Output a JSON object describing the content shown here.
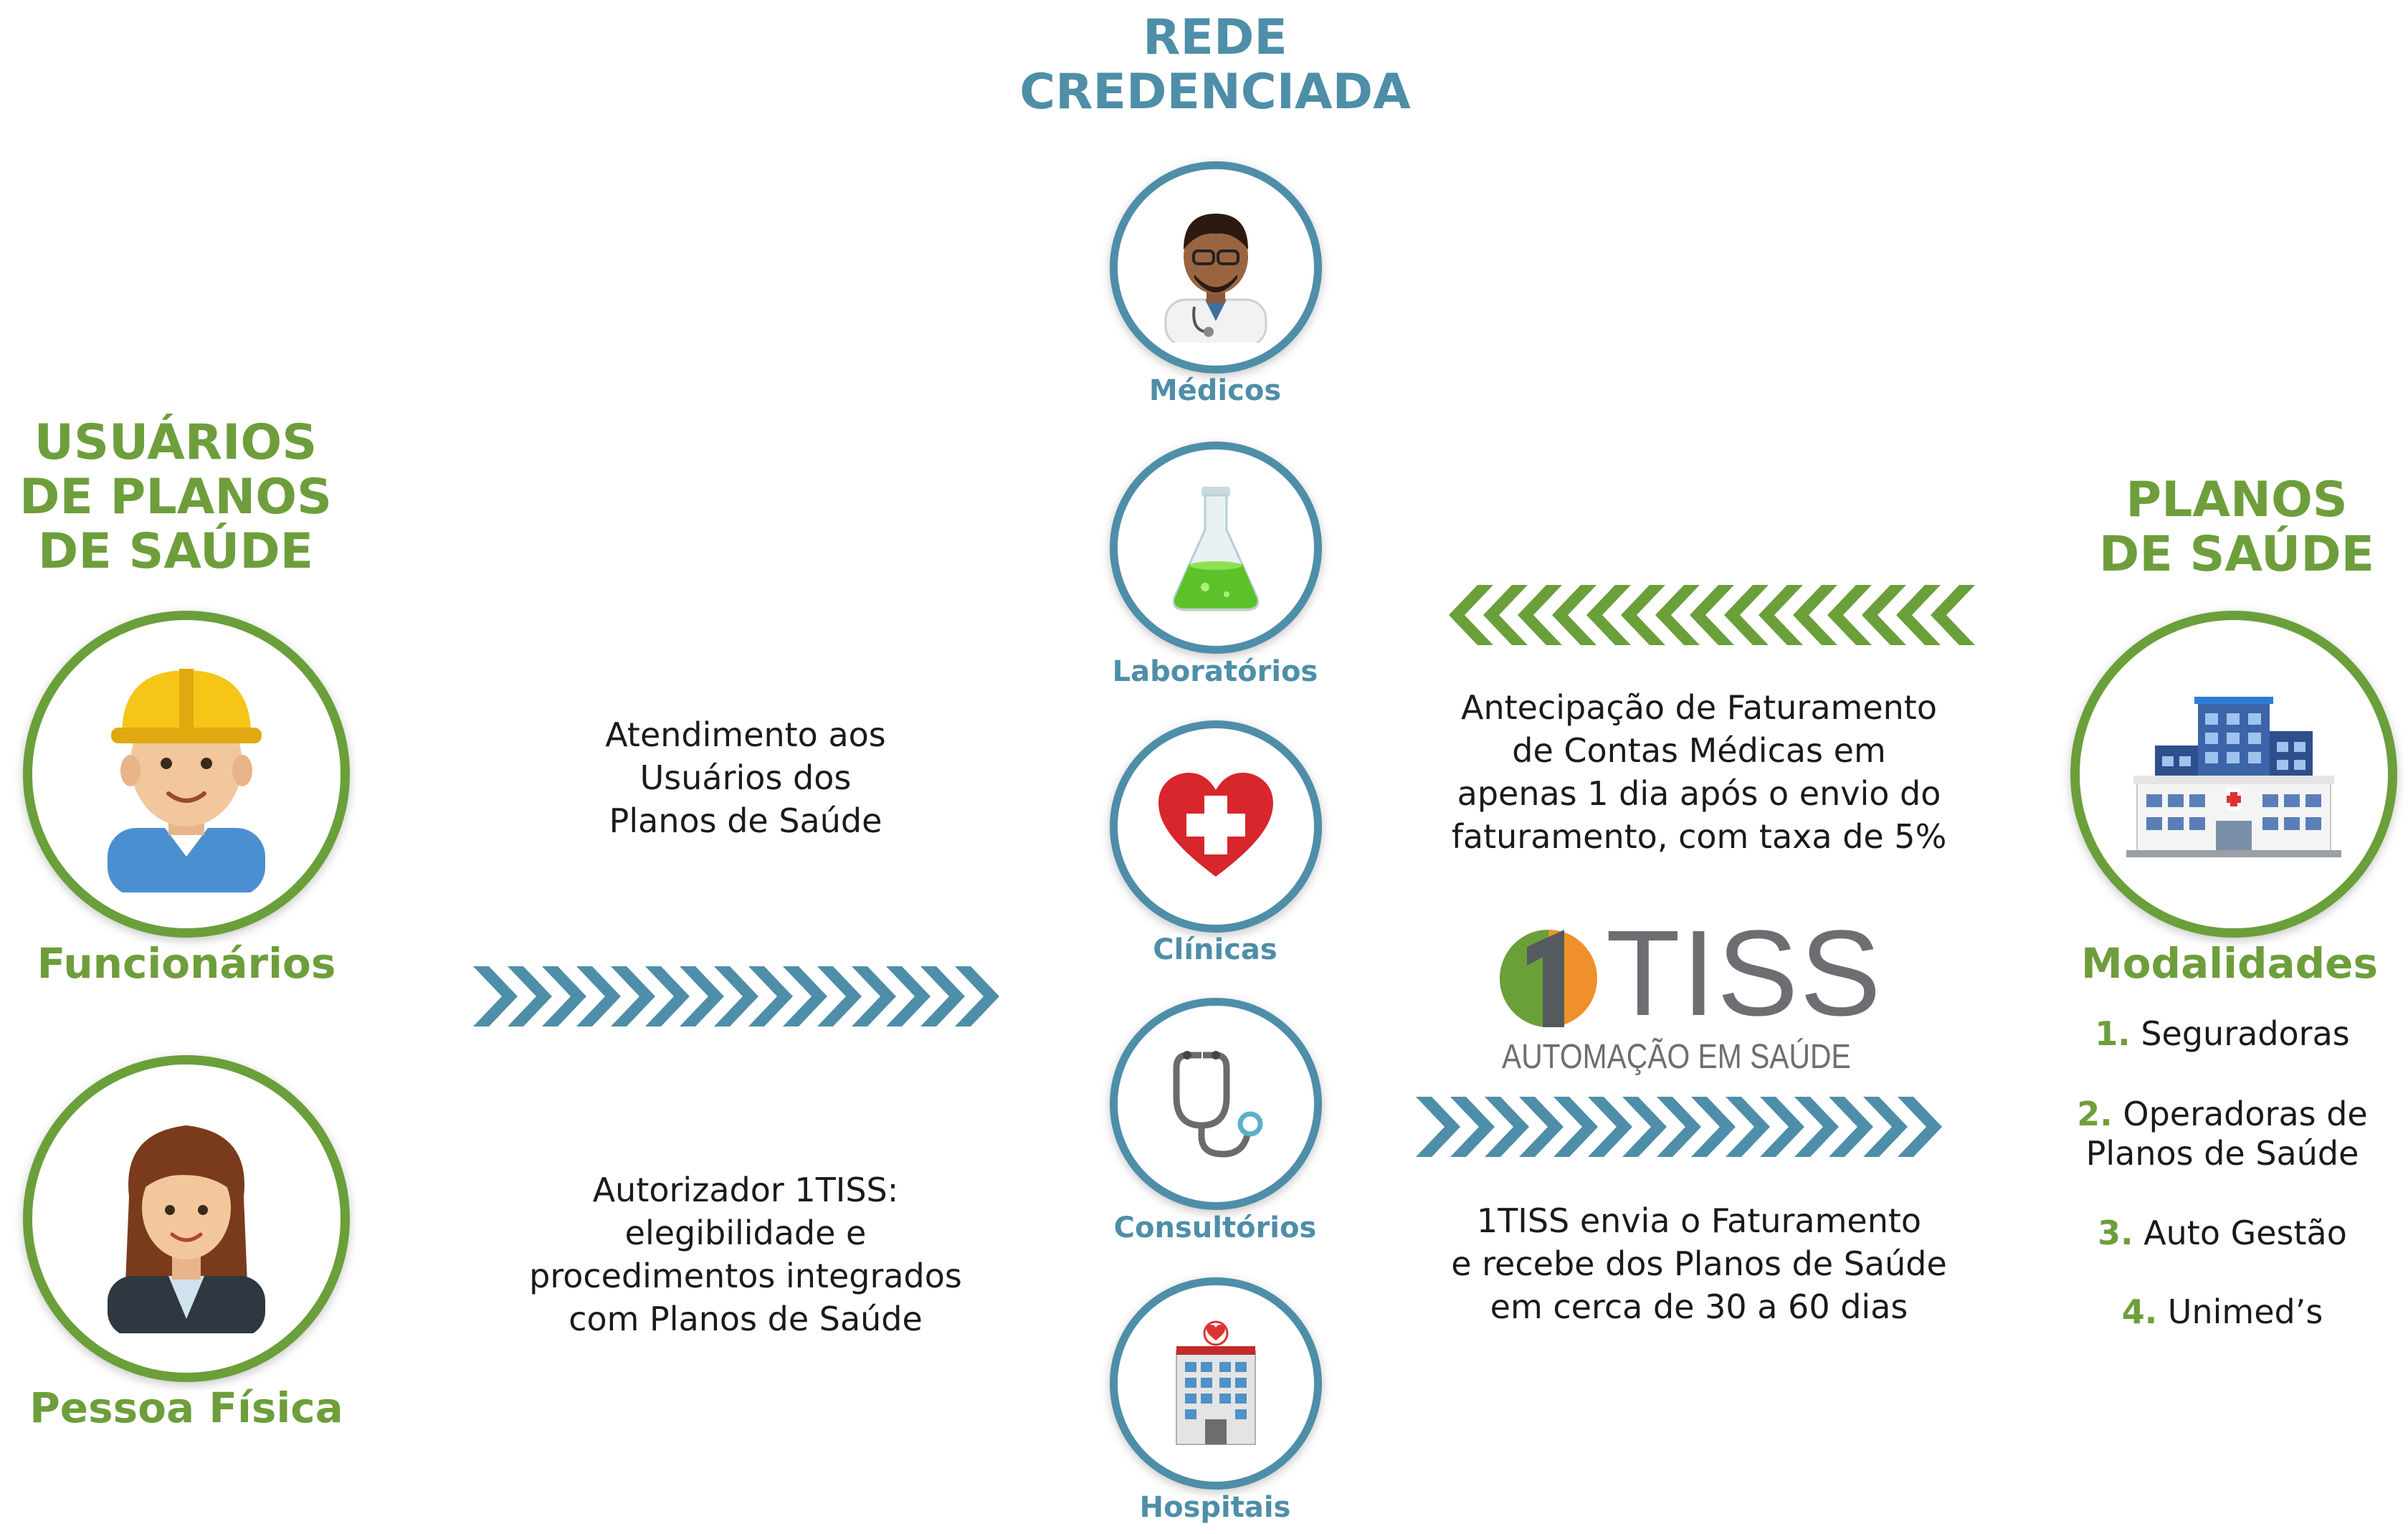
{
  "headings": {
    "network": "REDE\nCREDENCIADA",
    "users": "USUÁRIOS\nDE PLANOS\nDE SAÚDE",
    "plans": "PLANOS\nDE SAÚDE"
  },
  "users": [
    {
      "label": "Funcionários",
      "icon": "worker-icon"
    },
    {
      "label": "Pessoa Física",
      "icon": "businesswoman-icon"
    }
  ],
  "network": [
    {
      "label": "Médicos",
      "icon": "doctor-icon"
    },
    {
      "label": "Laboratórios",
      "icon": "flask-icon"
    },
    {
      "label": "Clínicas",
      "icon": "heart-cross-icon"
    },
    {
      "label": "Consultórios",
      "icon": "stethoscope-icon"
    },
    {
      "label": "Hospitais",
      "icon": "hospital-icon"
    }
  ],
  "texts": {
    "attendance": "Atendimento aos\nUsuários dos\nPlanos de Saúde",
    "authorizer": "Autorizador 1TISS:\nelegibilidade e\nprocedimentos integrados\ncom Planos de Saúde",
    "advance": "Antecipação de Faturamento\nde Contas Médicas em\napenas 1 dia após o envio do\nfaturamento, com taxa de 5%",
    "sends": "1TISS envia o Faturamento\ne recebe dos Planos de Saúde\nem cerca de 30 a 60 dias"
  },
  "logo": {
    "name": "TISS",
    "digit": "1",
    "tagline": "AUTOMAÇÃO EM SAÚDE"
  },
  "plans": {
    "icon": "building-icon",
    "modalities_title": "Modalidades",
    "modalities": [
      {
        "num": "1.",
        "text": "Seguradoras"
      },
      {
        "num": "2.",
        "text": "Operadoras de\nPlanos de Saúde"
      },
      {
        "num": "3.",
        "text": "Auto Gestão"
      },
      {
        "num": "4.",
        "text": "Unimed’s"
      }
    ]
  },
  "colors": {
    "green": "#6e9e3c",
    "blue": "#4e8ea8",
    "orange": "#f0902c",
    "gray": "#6d6e71"
  }
}
